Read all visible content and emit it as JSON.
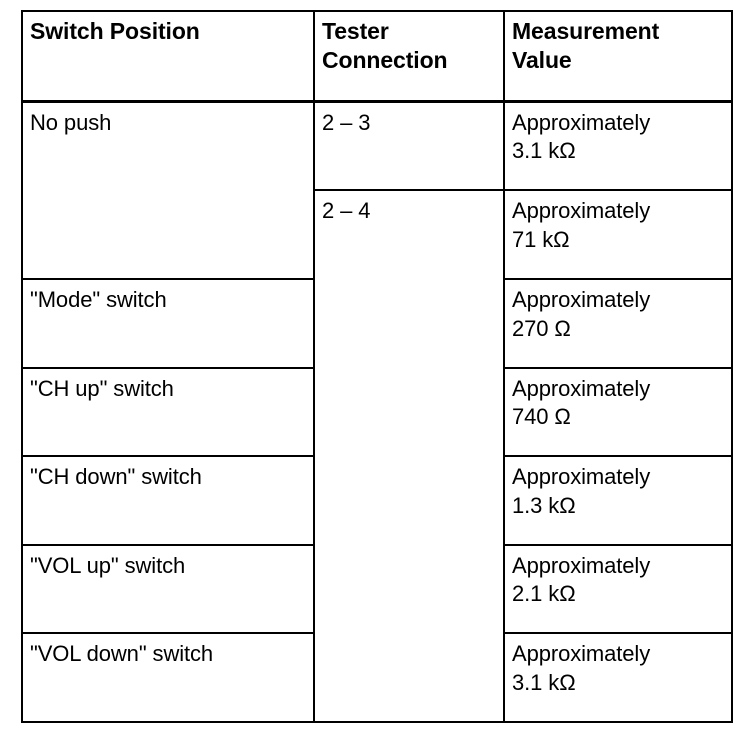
{
  "table": {
    "headers": [
      "Switch Position",
      "Tester\nConnection",
      "Measurement\nValue"
    ],
    "rows": [
      {
        "switch_position": "No push",
        "tester_connection": "2 – 3",
        "measurement_value": "Approximately\n3.1 kΩ"
      },
      {
        "switch_position": "",
        "tester_connection": "2 – 4",
        "measurement_value": "Approximately\n71 kΩ"
      },
      {
        "switch_position": "\"Mode\" switch",
        "tester_connection": "",
        "measurement_value": "Approximately\n270 Ω"
      },
      {
        "switch_position": "\"CH up\" switch",
        "tester_connection": "",
        "measurement_value": "Approximately\n740 Ω"
      },
      {
        "switch_position": "\"CH down\" switch",
        "tester_connection": "",
        "measurement_value": "Approximately\n1.3 kΩ"
      },
      {
        "switch_position": "\"VOL up\" switch",
        "tester_connection": "",
        "measurement_value": "Approximately\n2.1 kΩ"
      },
      {
        "switch_position": "\"VOL down\" switch",
        "tester_connection": "",
        "measurement_value": "Approximately\n3.1 kΩ"
      }
    ]
  },
  "colors": {
    "border": "#000000",
    "text": "#000000",
    "background": "#ffffff"
  }
}
